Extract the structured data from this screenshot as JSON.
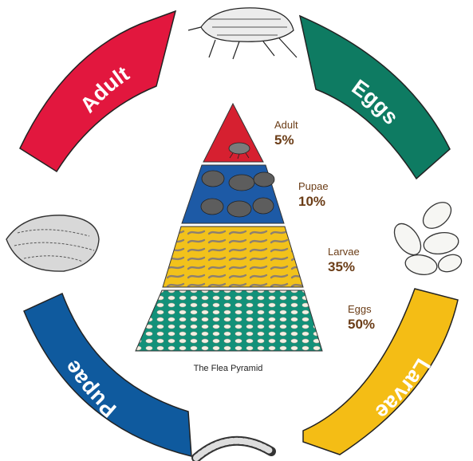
{
  "cycle": {
    "adult": {
      "label": "Adult",
      "color": "#e2173e"
    },
    "eggs": {
      "label": "Eggs",
      "color": "#0e7b62"
    },
    "larvae": {
      "label": "Larvae",
      "color": "#f4bd15"
    },
    "pupae": {
      "label": "Pupae",
      "color": "#0f5a9e"
    }
  },
  "pyramid": {
    "caption": "The Flea Pyramid",
    "tiers": [
      {
        "name": "Adult",
        "percent": "5%",
        "value": 5,
        "color": "#d62030"
      },
      {
        "name": "Pupae",
        "percent": "10%",
        "value": 10,
        "color": "#1d5aa6"
      },
      {
        "name": "Larvae",
        "percent": "35%",
        "value": 35,
        "color": "#f2c21b"
      },
      {
        "name": "Eggs",
        "percent": "50%",
        "value": 50,
        "color": "#129179"
      }
    ]
  },
  "illustrations": [
    "adult-flea-icon",
    "egg-cluster-icon",
    "larva-icon",
    "pupa-cocoon-icon"
  ]
}
